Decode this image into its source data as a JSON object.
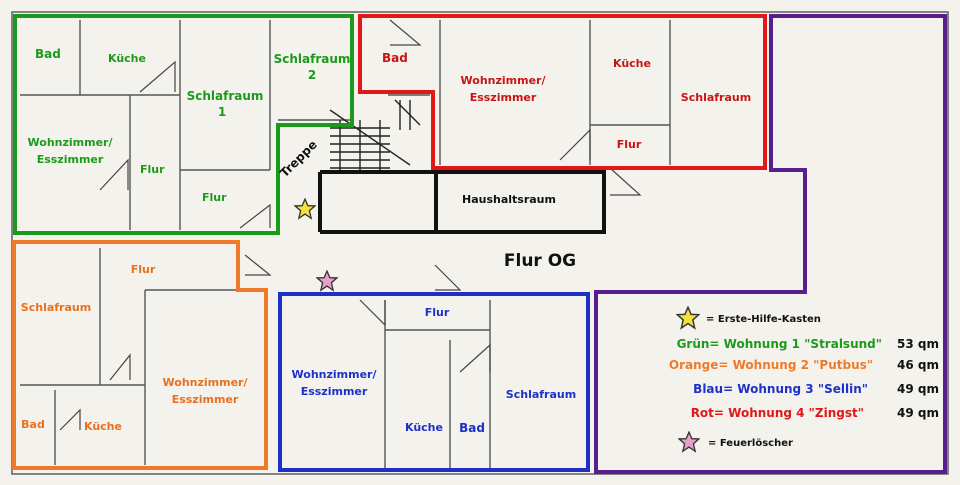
{
  "colors": {
    "green": "#1c9a1c",
    "red": "#e01818",
    "orange": "#f07a2a",
    "blue": "#1f30c8",
    "purple": "#5a1e8c",
    "black": "#111111",
    "star_yellow": "#f4e03a",
    "star_pink": "#e8a0c8"
  },
  "icons": {
    "first_aid": "star-icon-yellow",
    "extinguisher": "star-icon-pink"
  },
  "rooms": {
    "green": {
      "bad": "Bad",
      "kueche": "Küche",
      "schlaf1_a": "Schlafraum",
      "schlaf1_b": "1",
      "schlaf2_a": "Schlafraum",
      "schlaf2_b": "2",
      "wohn_a": "Wohnzimmer/",
      "wohn_b": "Esszimmer",
      "flur1": "Flur",
      "flur2": "Flur"
    },
    "red": {
      "bad": "Bad",
      "wohn_a": "Wohnzimmer/",
      "wohn_b": "Esszimmer",
      "kueche": "Küche",
      "schlaf": "Schlafraum",
      "flur": "Flur"
    },
    "orange": {
      "flur": "Flur",
      "schlaf": "Schlafraum",
      "wohn_a": "Wohnzimmer/",
      "wohn_b": "Esszimmer",
      "bad": "Bad",
      "kueche": "Küche"
    },
    "blue": {
      "flur": "Flur",
      "wohn_a": "Wohnzimmer/",
      "wohn_b": "Esszimmer",
      "kueche": "Küche",
      "bad": "Bad",
      "schlaf": "Schlafraum"
    },
    "common": {
      "treppe": "Treppe",
      "haushalt": "Haushaltsraum",
      "flur_og": "Flur OG"
    }
  },
  "legend": {
    "first_aid": "= Erste-Hilfe-Kasten",
    "extinguisher": "= Feuerlöscher",
    "apartments": [
      {
        "text": "Grün= Wohnung 1 \"Stralsund\"",
        "area": "53 qm",
        "color": "#1c9a1c"
      },
      {
        "text": "Orange= Wohnung 2 \"Putbus\"",
        "area": "46 qm",
        "color": "#f07a2a"
      },
      {
        "text": "Blau= Wohnung 3 \"Sellin\"",
        "area": "49 qm",
        "color": "#1f30c8"
      },
      {
        "text": "Rot= Wohnung 4 \"Zingst\"",
        "area": "49 qm",
        "color": "#e01818"
      }
    ]
  }
}
